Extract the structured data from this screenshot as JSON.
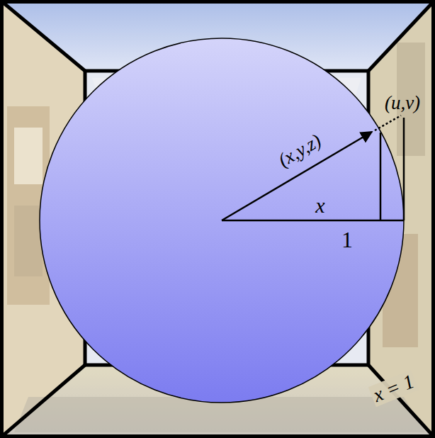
{
  "diagram": {
    "labels": [
      "(u,v)",
      "(x,y,z)",
      "x",
      "1",
      "x = 1"
    ]
  }
}
